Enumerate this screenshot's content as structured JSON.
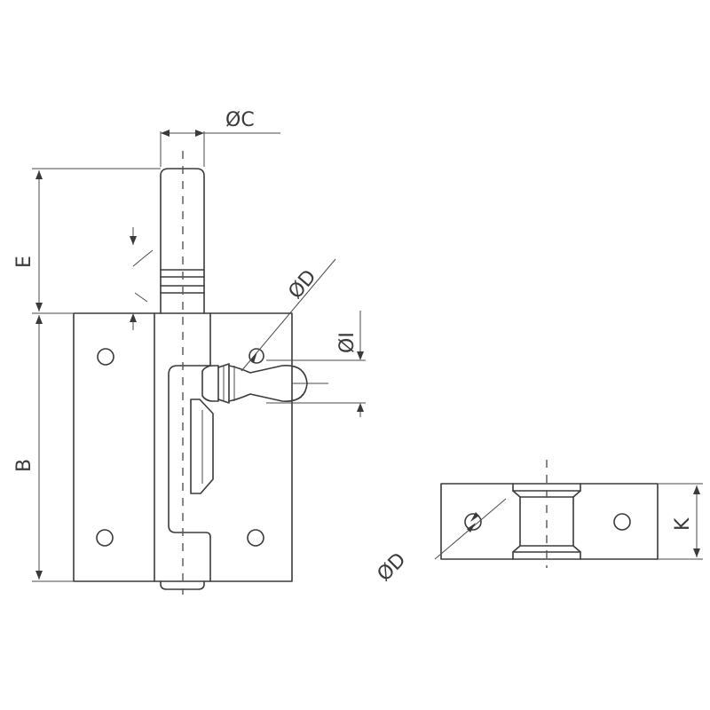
{
  "dimensions": {
    "dia_c": "ØC",
    "dim_e": "E",
    "dim_b": "B",
    "dia_d": "ØD",
    "dia_i": "ØI",
    "dia_d_side": "ØD",
    "dim_k": "K"
  },
  "colors": {
    "line": "#3a3a3a",
    "background": "#ffffff"
  }
}
